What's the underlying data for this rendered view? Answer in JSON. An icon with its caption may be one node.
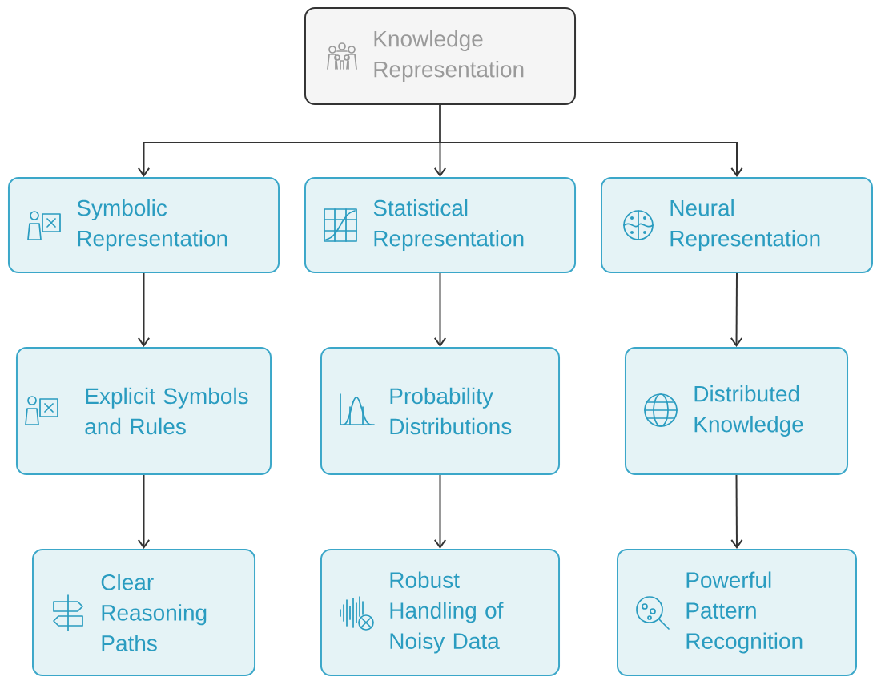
{
  "diagram": {
    "nodes": [
      {
        "text": [
          "Knowledge Representation"
        ]
      },
      {
        "text": [
          "Symbolic Representation"
        ]
      },
      {
        "text": [
          "Statistical Representation"
        ]
      },
      {
        "text": [
          "Neural Representation"
        ]
      },
      {
        "text": [
          "Explicit Symbols and Rules"
        ]
      },
      {
        "text": [
          "Probability Distributions"
        ]
      },
      {
        "text": [
          "Distributed Knowledge"
        ]
      },
      {
        "text": [
          "Clear Reasoning Paths"
        ]
      },
      {
        "text": [
          "Robust Handling of Noisy Data"
        ]
      },
      {
        "text": [
          "Powerful Pattern Recognition"
        ]
      }
    ],
    "edges": [
      {
        "from": 0,
        "to": 1,
        "arrow": "to"
      },
      {
        "from": 0,
        "to": 2,
        "arrow": "to"
      },
      {
        "from": 0,
        "to": 3,
        "arrow": "to"
      },
      {
        "from": 1,
        "to": 4,
        "arrow": "to"
      },
      {
        "from": 4,
        "to": 7,
        "arrow": "to"
      },
      {
        "from": 2,
        "to": 5,
        "arrow": "to"
      },
      {
        "from": 5,
        "to": 8,
        "arrow": "to"
      },
      {
        "from": 3,
        "to": 6,
        "arrow": "to"
      },
      {
        "from": 6,
        "to": 9,
        "arrow": "to"
      }
    ]
  }
}
